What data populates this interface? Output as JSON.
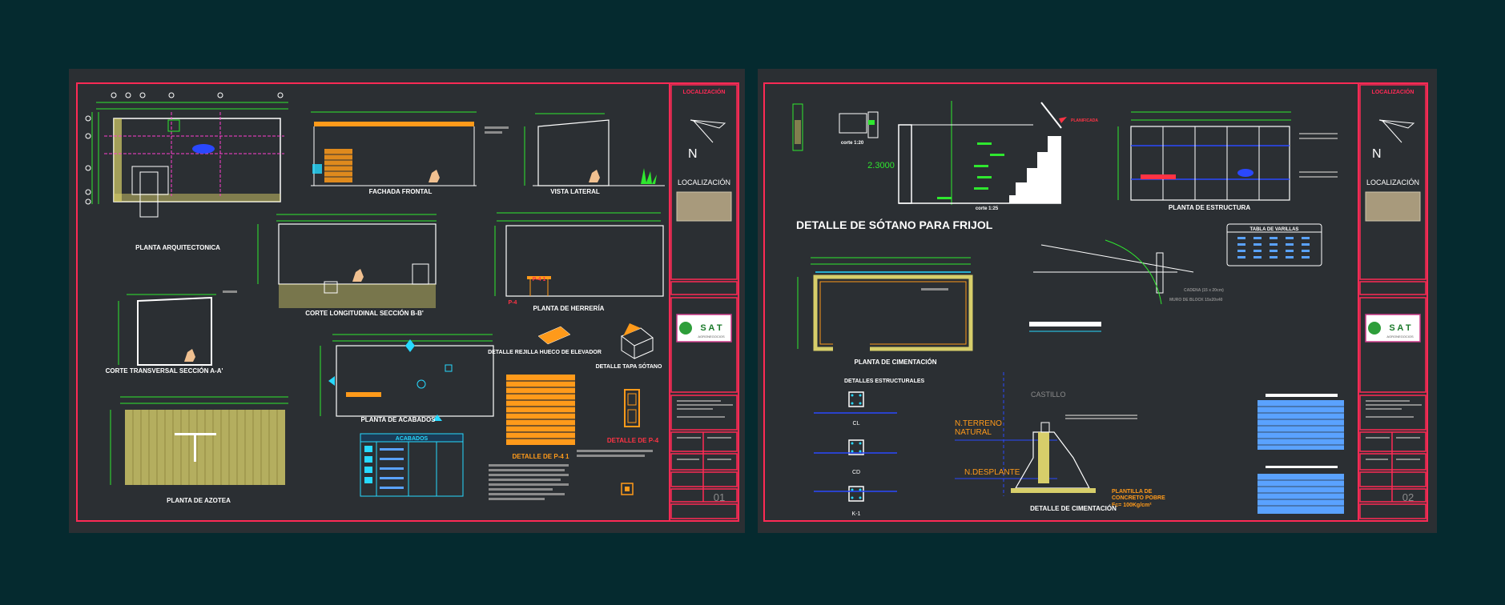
{
  "colors": {
    "background": "#052a2f",
    "sheet": "#2b2f33",
    "border": "#ff2a55",
    "white": "#ffffff",
    "green": "#2fe82f",
    "cyan": "#27d9ff",
    "blue": "#2a48ff",
    "orange": "#ff9a1a",
    "yellow": "#d7ce6a",
    "gray": "#8c8c8c",
    "magenta": "#ff3fcf",
    "lightblue": "#5aa2ff"
  },
  "sheet1": {
    "sheet_number": "01",
    "title_block": {
      "localizacion_header": "LOCALIZACIÓN",
      "north_label": "N",
      "localizacion_label": "LOCALIZACIÓN",
      "logo_text": "S A T",
      "logo_subtext": "AGRONEGOCIOS"
    },
    "labels": {
      "planta_arquitectonica": "PLANTA ARQUITECTONICA",
      "fachada_frontal": "FACHADA FRONTAL",
      "vista_lateral": "VISTA LATERAL",
      "corte_longitudinal": "CORTE LONGITUDINAL SECCIÓN B-B'",
      "planta_herreria": "PLANTA DE HERRERÍA",
      "corte_transversal": "CORTE TRANSVERSAL SECCIÓN A-A'",
      "detalle_rejilla": "DETALLE REJILLA HUECO DE ELEVADOR",
      "detalle_tapa": "DETALLE TAPA SÓTANO",
      "planta_acabados": "PLANTA DE ACABADOS",
      "acabados": "ACABADOS",
      "planta_azotea": "PLANTA DE AZOTEA",
      "detalle_p41": "DETALLE DE P-4 1",
      "detalle_p42": "DETALLE DE P-4",
      "p41": "P-4 1",
      "p4": "P-4"
    }
  },
  "sheet2": {
    "sheet_number": "02",
    "title_block": {
      "localizacion_header": "LOCALIZACIÓN",
      "north_label": "N",
      "localizacion_label": "LOCALIZACIÓN",
      "logo_text": "S A T",
      "logo_subtext": "AGRONEGOCIOS"
    },
    "labels": {
      "main_title": "DETALLE DE SÓTANO PARA FRIJOL",
      "dimension": "2.3000",
      "planta_estructura": "PLANTA DE ESTRUCTURA",
      "planta_cimentacion": "PLANTA DE CIMENTACIÓN",
      "detalles_estructurales": "DETALLES ESTRUCTURALES",
      "castillo": "CASTILLO",
      "n_terreno": "N.TERRENO",
      "natural": "NATURAL",
      "n_desplante": "N.DESPLANTE",
      "plantilla": "PLANTILLA DE",
      "concreto_pobre": "CONCRETO POBRE",
      "fc": "Fc= 100Kg/cm²",
      "detalle_cimentacion": "DETALLE DE CIMENTACIÓN",
      "tabla_varillas": "TABLA DE VARILLAS",
      "cl": "CL",
      "cd": "CD",
      "k1": "K-1",
      "cadena": "CADENA (15 x 20cm)",
      "muro_block": "MURO DE BLOCK 15x20x40",
      "corte_1": "corte 1:20",
      "corte_2": "corte 1:25",
      "planificada": "PLANIFICADA"
    }
  }
}
